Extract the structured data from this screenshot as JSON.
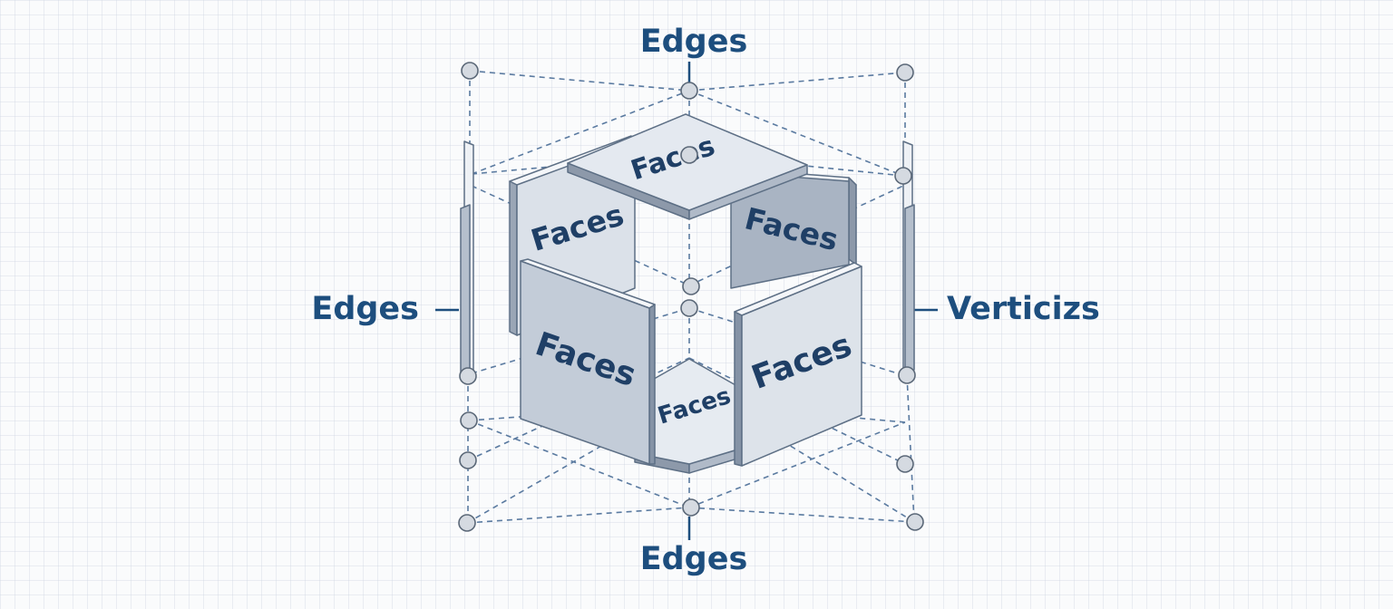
{
  "labels": {
    "top": "Edges",
    "bottom": "Edges",
    "left": "Edges",
    "right": "Verticizs"
  },
  "faces": {
    "top": "Faces",
    "back_left": "Faces",
    "back_right": "Faces",
    "front_left": "Faces",
    "front_right": "Faces",
    "bottom": "Faces"
  },
  "colors": {
    "label": "#1d4e7e",
    "face_light": "#e4e9f0",
    "face_mid": "#c3ccd8",
    "face_dark": "#aab5c4",
    "edge_light": "#f4f6f9",
    "edge_dark": "#8896a9",
    "dashed_line": "#5a7aa0",
    "node": "#d5dae1"
  }
}
